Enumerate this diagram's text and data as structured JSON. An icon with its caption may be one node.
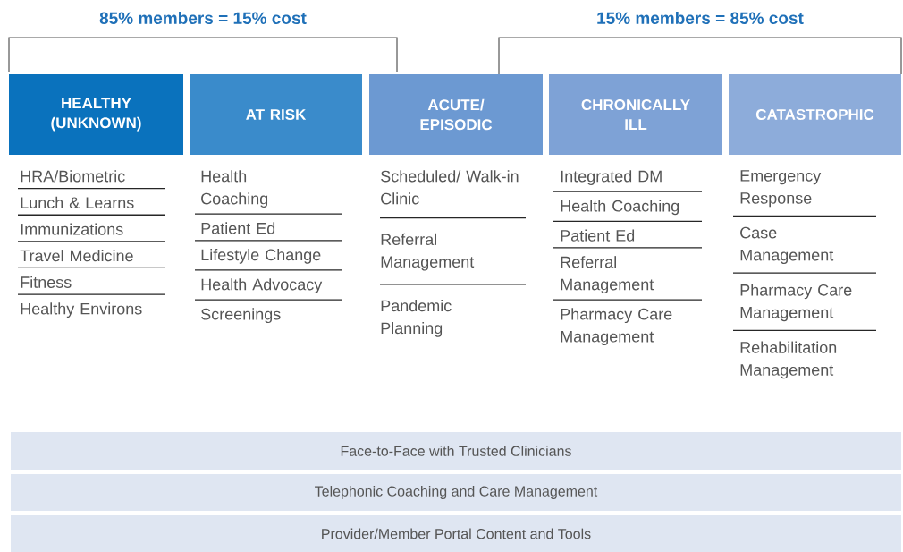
{
  "diagram": {
    "nodes": [
      {
        "text": [
          "HEALTHY (UNKNOWN)"
        ],
        "beside": [
          "HRA/Biometric",
          "Lunch & Learns",
          "Immunizations",
          "Travel Medicine",
          "Fitness",
          "Healthy Environs"
        ]
      },
      {
        "text": [
          "AT RISK"
        ],
        "beside": [
          "Health Coaching",
          "Patient Ed",
          "Lifestyle Change",
          "Health Advocacy",
          "Screenings"
        ]
      },
      {
        "text": [
          "ACUTE/ EPISODIC"
        ],
        "beside": [
          "Scheduled/ Walk-in Clinic",
          "Referral Management",
          "Pandemic Planning"
        ]
      },
      {
        "text": [
          "CHRONICALLY ILL"
        ],
        "beside": [
          "Integrated DM",
          "Health Coaching",
          "Patient Ed",
          "Referral Management",
          "Pharmacy Care Management"
        ]
      },
      {
        "text": [
          "CATASTROPHIC"
        ],
        "beside": [
          "Emergency Response",
          "Case Management",
          "Pharmacy Care Management",
          "Rehabilitation Management"
        ]
      },
      {
        "text": [
          "Face-to-Face with Trusted Clinicians"
        ]
      },
      {
        "text": [
          "Telephonic Coaching and Care Management"
        ]
      },
      {
        "text": [
          "Provider/Member Portal Content and Tools"
        ]
      }
    ],
    "labels": [
      "85% members = 15% cost",
      "15% members = 85% cost"
    ]
  }
}
